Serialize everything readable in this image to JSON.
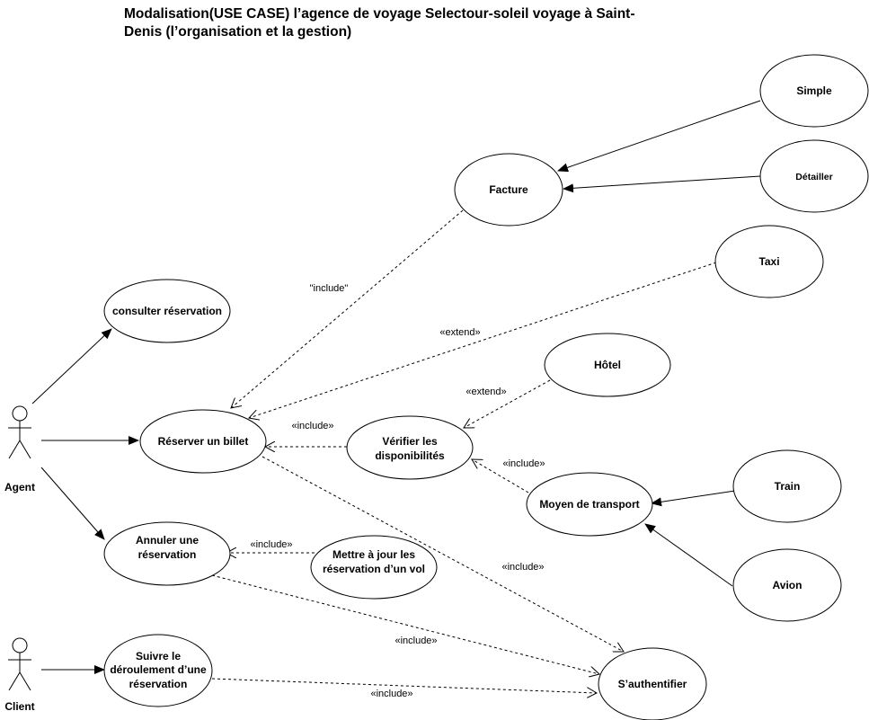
{
  "title": {
    "line1": "Modalisation(USE CASE) l’agence de voyage Selectour-soleil voyage à Saint-",
    "line2": "Denis (l’organisation et la gestion)"
  },
  "actors": {
    "agent": "Agent",
    "client": "Client"
  },
  "use_cases": {
    "consulter": "consulter réservation",
    "reserver": "Réserver un billet",
    "annuler": [
      "Annuler une",
      "réservation"
    ],
    "suivre": [
      "Suivre le",
      "déroulement d’une",
      "réservation"
    ],
    "verifier": [
      "Vérifier les",
      "disponibilités"
    ],
    "mettre_a_jour": [
      "Mettre à jour les",
      "réservation d’un vol"
    ],
    "moyen_transport": "Moyen de transport",
    "authentifier": "S’authentifier",
    "facture": "Facture",
    "simple": "Simple",
    "detailler": "Détailler",
    "taxi": "Taxi",
    "hotel": "Hôtel",
    "train": "Train",
    "avion": "Avion"
  },
  "relations": {
    "facture_include": "\"include\"",
    "taxi_extend": "«extend»",
    "hotel_extend": "«extend»",
    "verifier_include": "«include»",
    "moyen_include": "«include»",
    "maj_include": "«include»",
    "reserver_auth_include": "«include»",
    "annuler_auth_include": "«include»",
    "suivre_auth_include": "«include»"
  }
}
